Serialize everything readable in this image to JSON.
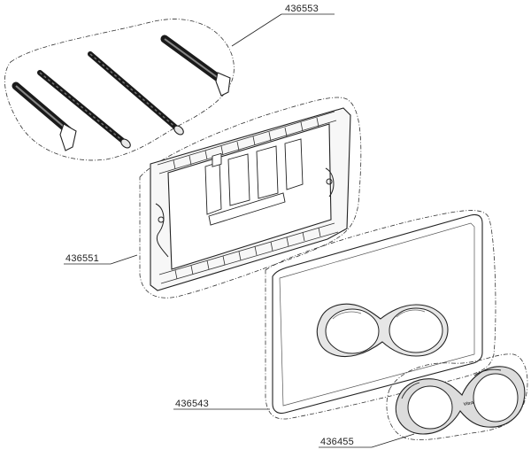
{
  "parts": [
    {
      "id": "rods",
      "number": "436553"
    },
    {
      "id": "frame",
      "number": "436551"
    },
    {
      "id": "plate",
      "number": "436543"
    },
    {
      "id": "ring",
      "number": "436455"
    }
  ],
  "brand_mark": "VitrA"
}
